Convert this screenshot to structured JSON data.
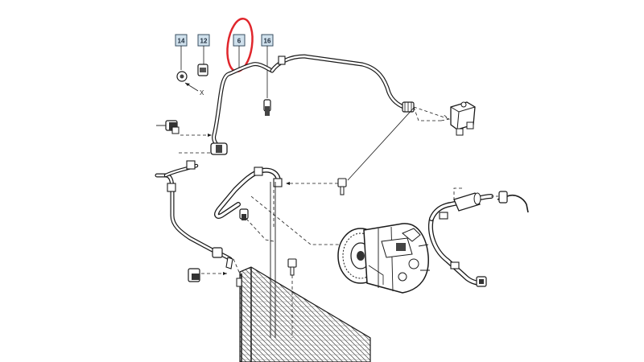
{
  "callouts": [
    {
      "id": "callout-14",
      "label": "14"
    },
    {
      "id": "callout-12",
      "label": "12"
    },
    {
      "id": "callout-6",
      "label": "6"
    },
    {
      "id": "callout-16",
      "label": "16"
    }
  ],
  "direction_label": "X",
  "colors": {
    "callout_fill": "#cfe0ec",
    "callout_border": "#3a4f62",
    "highlight_ring": "#e0262c",
    "line": "#1a1a1a"
  }
}
